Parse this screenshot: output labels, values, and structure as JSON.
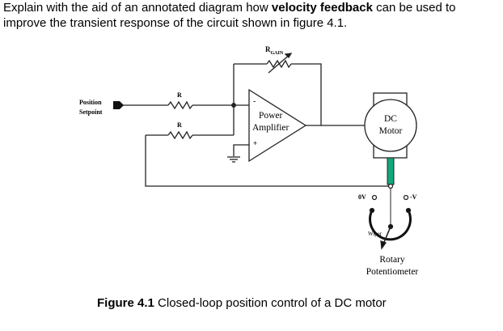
{
  "question": {
    "before": "Explain with the aid of an annotated diagram how ",
    "bold": "velocity feedback",
    "after": " can be used to improve the transient response of the circuit shown in figure 4.1."
  },
  "diagram": {
    "rgain_label_main": "R",
    "rgain_label_sub": "GAIN",
    "input_label_line1": "Position",
    "input_label_line2": "Setpoint",
    "r1_label": "R",
    "r2_label": "R",
    "amp_line1": "Power",
    "amp_line2": "Amplifier",
    "amp_minus": "-",
    "amp_plus": "+",
    "motor_line1": "DC",
    "motor_line2": "Motor",
    "terminal_left": "0V",
    "terminal_right": "-V",
    "wiper_label": "Wiper",
    "pot_line1": "Rotary",
    "pot_line2": "Potentiometer",
    "shaft_color": "#13a77a"
  },
  "caption": {
    "bold": "Figure 4.1",
    "text": " Closed-loop position control of a DC motor"
  }
}
